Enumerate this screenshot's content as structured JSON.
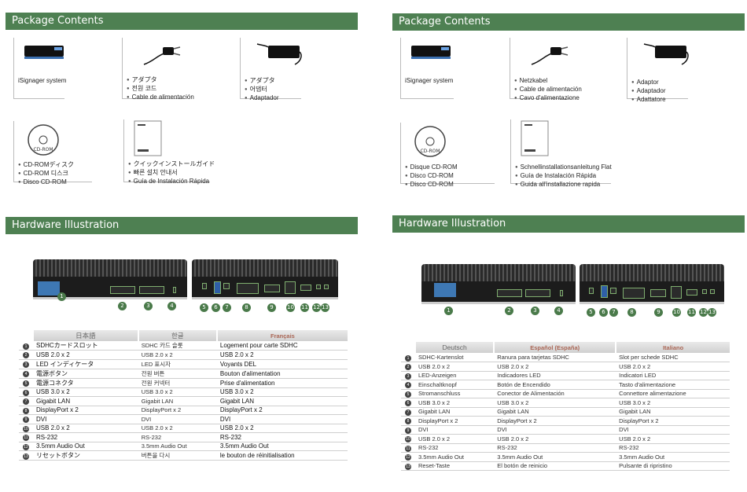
{
  "left": {
    "package_title": "Package Contents",
    "hardware_title": "Hardware Illustration",
    "items": [
      {
        "lines": [
          "iSignager system"
        ],
        "bullets": false
      },
      {
        "lines": [
          "アダプタ",
          "전원 코드",
          "Cable de alimentación"
        ],
        "bullets": true
      },
      {
        "lines": [
          "アダプタ",
          "어댑터",
          "Adaptador"
        ],
        "bullets": true
      },
      {
        "lines": [
          "CD-ROMディスク",
          "CD-ROM 디스크",
          "Disco CD-ROM"
        ],
        "bullets": true
      },
      {
        "lines": [
          "クイックインストールガイド",
          "빠른 설치 안내서",
          "Guía de Instalación Rápida"
        ],
        "bullets": true
      }
    ],
    "cd_label": "CD-ROM",
    "table": {
      "headers": [
        "日本語",
        "한글",
        "Français"
      ],
      "rows": [
        [
          "SDHCカードスロット",
          "SDHC 카드 슬롯",
          "Logement pour carte SDHC"
        ],
        [
          "USB 2.0 x 2",
          "USB 2.0 x 2",
          "USB 2.0 x 2"
        ],
        [
          "LED インディケータ",
          "LED 표시자",
          "Voyants DEL"
        ],
        [
          "電源ボタン",
          "전원 버튼",
          "Bouton d'alimentation"
        ],
        [
          "電源コネクタ",
          "전원 커넥터",
          "Prise d'alimentation"
        ],
        [
          "USB 3.0 x 2",
          "USB 3.0 x 2",
          "USB 3.0 x 2"
        ],
        [
          "Gigabit LAN",
          "Gigabit LAN",
          "Gigabit LAN"
        ],
        [
          "DisplayPort x 2",
          "DisplayPort x 2",
          "DisplayPort x 2"
        ],
        [
          "DVI",
          "DVI",
          "DVI"
        ],
        [
          "USB 2.0 x 2",
          "USB 2.0 x 2",
          "USB 2.0 x 2"
        ],
        [
          "RS-232",
          "RS-232",
          "RS-232"
        ],
        [
          "3.5mm Audio Out",
          "3.5mm Audio Out",
          "3.5mm Audio Out"
        ],
        [
          "リセットボタン",
          "버튼을 다시",
          "le bouton de réinitialisation"
        ]
      ]
    }
  },
  "right": {
    "package_title": "Package Contents",
    "hardware_title": "Hardware Illustration",
    "items": [
      {
        "lines": [
          "iSignager system"
        ],
        "bullets": false
      },
      {
        "lines": [
          "Netzkabel",
          "Cable de alimentación",
          "Cavo d'alimentazione"
        ],
        "bullets": true
      },
      {
        "lines": [
          "Adaptor",
          "Adaptador",
          "Adattatore"
        ],
        "bullets": true
      },
      {
        "lines": [
          "Disque CD-ROM",
          "Disco CD-ROM",
          "Disco CD-ROM"
        ],
        "bullets": true
      },
      {
        "lines": [
          "Schnellinstallationsanleitung Flat",
          "Guía de Instalación Rápida",
          "Guida all'installazione rapida"
        ],
        "bullets": true
      }
    ],
    "cd_label": "CD-ROM",
    "table": {
      "headers": [
        "Deutsch",
        "Español (España)",
        "Italiano"
      ],
      "rows": [
        [
          "SDHC-Kartenslot",
          "Ranura para tarjetas SDHC",
          "Slot per schede SDHC"
        ],
        [
          "USB 2.0 x 2",
          "USB 2.0 x 2",
          "USB 2.0 x 2"
        ],
        [
          "LED-Anzeigen",
          "Indicadores LED",
          "Indicatori LED"
        ],
        [
          "Einschaltknopf",
          "Botón de Encendido",
          "Tasto d'alimentazione"
        ],
        [
          "Stromanschluss",
          "Conector de Alimentación",
          "Connettore alimentazione"
        ],
        [
          "USB 3.0 x 2",
          "USB 3.0 x 2",
          "USB 3.0 x 2"
        ],
        [
          "Gigabit LAN",
          "Gigabit LAN",
          "Gigabit LAN"
        ],
        [
          "DisplayPort x 2",
          "DisplayPort x 2",
          "DisplayPort x 2"
        ],
        [
          "DVI",
          "DVI",
          "DVI"
        ],
        [
          "USB 2.0 x 2",
          "USB 2.0 x 2",
          "USB 2.0 x 2"
        ],
        [
          "RS-232",
          "RS-232",
          "RS-232"
        ],
        [
          "3.5mm Audio Out",
          "3.5mm Audio Out",
          "3.5mm Audio Out"
        ],
        [
          "Reset-Taste",
          "El botón de reinicio",
          "Pulsante di ripristino"
        ]
      ]
    }
  },
  "callouts": [
    "1",
    "2",
    "3",
    "4",
    "5",
    "6",
    "7",
    "8",
    "9",
    "10",
    "11",
    "12",
    "13"
  ]
}
